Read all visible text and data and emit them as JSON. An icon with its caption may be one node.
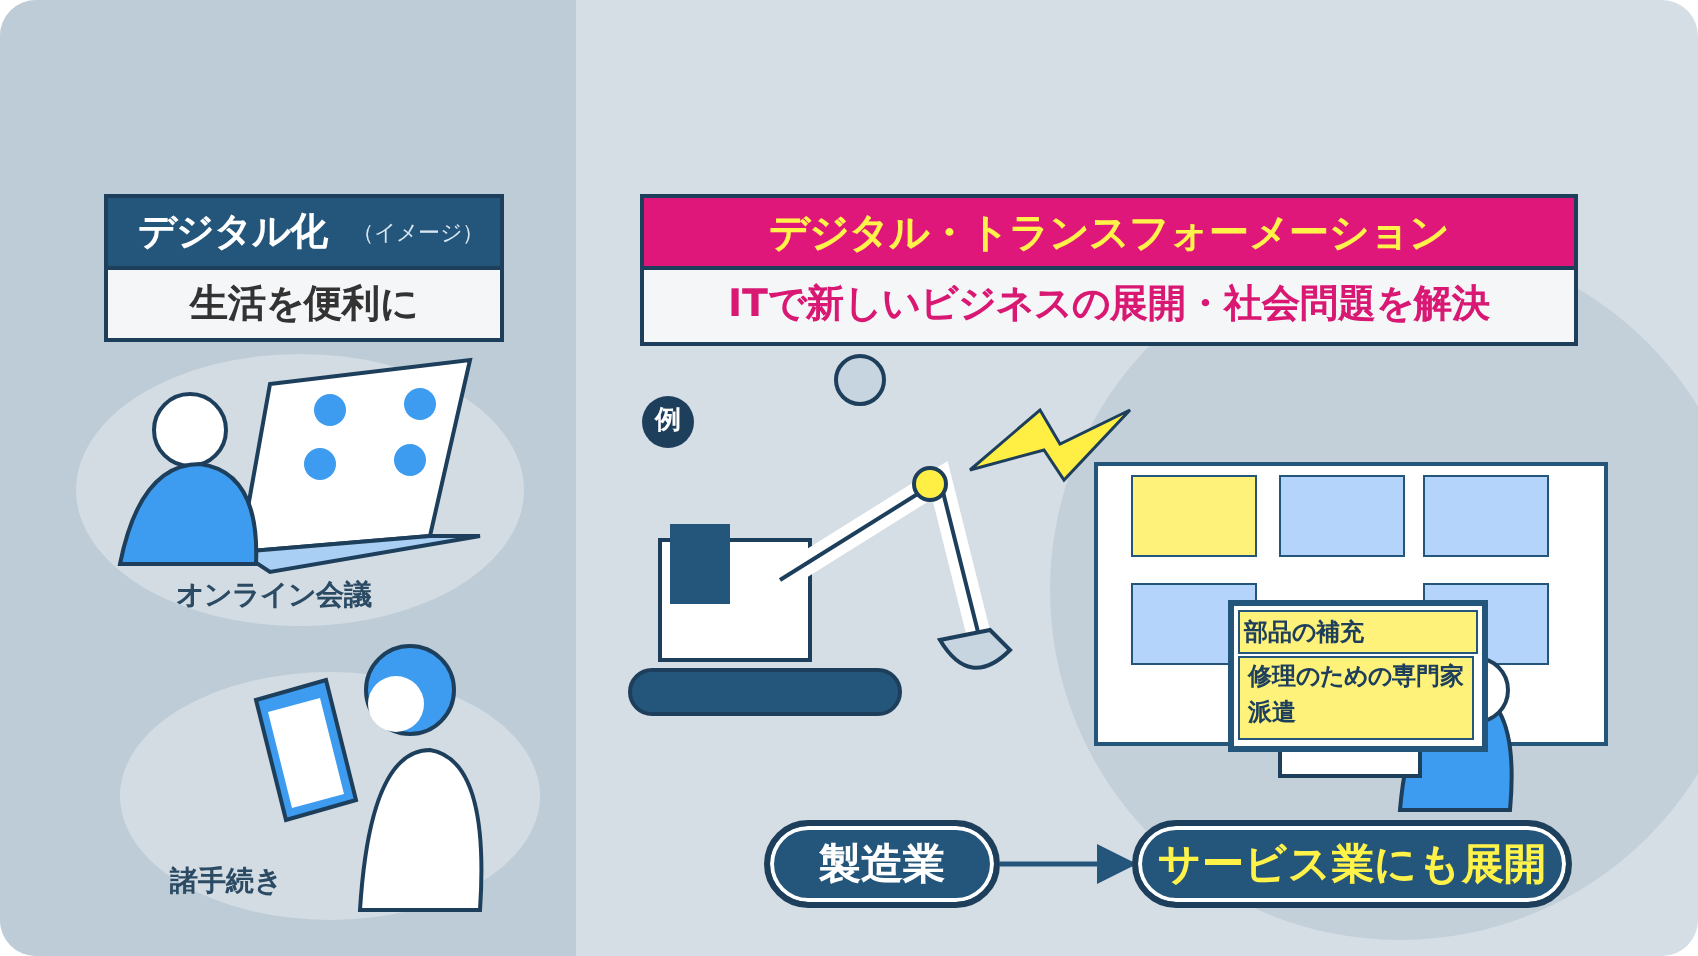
{
  "diagram": {
    "nodes": [
      {
        "text": [
          "デジタル化",
          "（イメージ）",
          "生活を便利に"
        ]
      },
      {
        "text": [
          "デジタル・トランスフォーメーション",
          "ITで新しいビジネスの展開・社会問題を解決"
        ]
      },
      {
        "text": [
          "部品の補充",
          "修理のための専門家派遣"
        ]
      },
      {
        "text": [
          "製造業"
        ]
      },
      {
        "text": [
          "サービス業にも展開"
        ]
      }
    ],
    "edges": [
      {
        "from": 3,
        "to": 4,
        "arrow": "to"
      }
    ],
    "labels": [
      "オンライン会議",
      "諸手続き",
      "例"
    ]
  }
}
